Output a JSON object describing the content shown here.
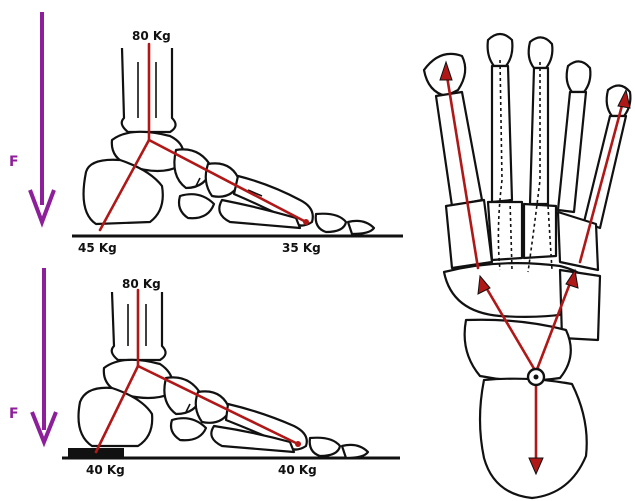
{
  "colors": {
    "force_arrow": "#8e1f9a",
    "load_line": "#b01818",
    "bone_outline": "#111111"
  },
  "top_foot": {
    "load_label": "80 Kg",
    "heel_label": "45 Kg",
    "forefoot_label": "35 Kg",
    "force_label": "F"
  },
  "bottom_foot": {
    "load_label": "80 Kg",
    "heel_label": "40 Kg",
    "forefoot_label": "40 Kg",
    "force_label": "F"
  }
}
